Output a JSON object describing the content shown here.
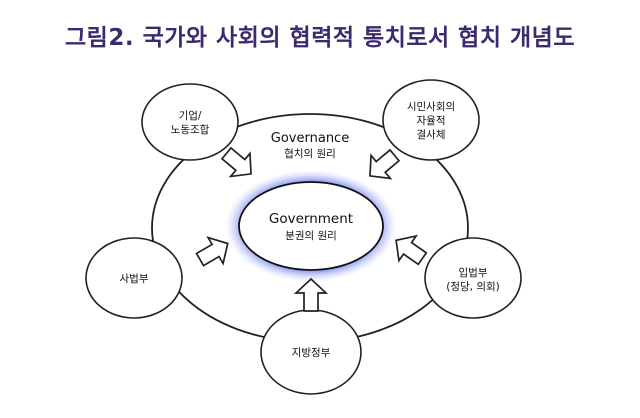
{
  "title": "그림2. 국가와 사회의 협력적 통치로서 협치 개념도",
  "outer_ring": {
    "title": "Governance",
    "subtitle": "협치의 원리"
  },
  "center": {
    "title": "Government",
    "subtitle": "분권의 원리"
  },
  "nodes": {
    "business": {
      "line1": "기업/",
      "line2": "노동조합"
    },
    "civil": {
      "line1": "시민사회의",
      "line2": "자율적",
      "line3": "결사체"
    },
    "judiciary": {
      "line1": "사법부"
    },
    "legislature": {
      "line1": "입법부",
      "line2": "(정당, 의회)"
    },
    "local": {
      "line1": "지방정부"
    }
  }
}
